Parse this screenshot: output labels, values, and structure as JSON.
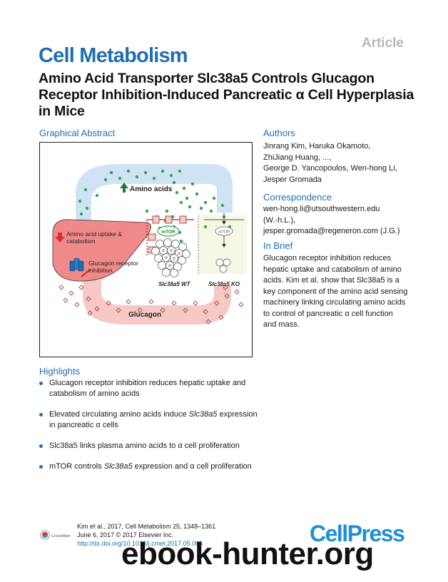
{
  "header": {
    "article_tag": "Article",
    "journal": "Cell Metabolism",
    "title": "Amino Acid Transporter Slc38a5 Controls Glucagon Receptor Inhibition-Induced Pancreatic α Cell Hyperplasia in Mice"
  },
  "graphical_abstract": {
    "heading": "Graphical Abstract",
    "labels": {
      "amino_acids": "Amino acids",
      "uptake": "Amino acid uptake &",
      "catabolism": "catabolism",
      "receptor": "Glucagon receptor",
      "inhibition": "inhibition",
      "mtor": "mTOR",
      "wt": "Slc38a5 WT",
      "ko": "Slc38a5 KO",
      "glucagon": "Glucagon",
      "alpha": "α"
    },
    "colors": {
      "liver": "#f08a8a",
      "amino_band": "#cfe3f5",
      "glucagon_band": "#f6c9c6",
      "dots": "#2faa4a",
      "ko_panel": "#f4f8e4",
      "arrow_dark": "#1f7a34",
      "red": "#d8312a"
    }
  },
  "authors": {
    "heading": "Authors",
    "lines": [
      "Jinrang Kim, Haruka Okamoto,",
      "ZhiJiang Huang, ...,",
      "George D. Yancopoulos, Wen-hong Li,",
      "Jesper Gromada"
    ]
  },
  "correspondence": {
    "heading": "Correspondence",
    "lines": [
      "wen-hong.li@utsouthwestern.edu",
      "(W.-h.L.),",
      "jesper.gromada@regeneron.com (J.G.)"
    ]
  },
  "in_brief": {
    "heading": "In Brief",
    "lines": [
      "Glucagon receptor inhibition reduces",
      "hepatic uptake and catabolism of amino",
      "acids. Kim et al. show that Slc38a5 is a",
      "key component of the amino acid sensing",
      "machinery linking circulating amino acids",
      "to control of pancreatic α cell function",
      "and mass."
    ]
  },
  "highlights": {
    "heading": "Highlights",
    "items": [
      {
        "line1": "Glucagon receptor inhibition reduces hepatic uptake and",
        "line2": "catabolism of amino acids"
      },
      {
        "line1_a": "Elevated circulating amino acids induce ",
        "line1_em": "Slc38a5",
        "line1_b": " expression",
        "line2": "in pancreatic α cells"
      },
      {
        "line1": "Slc38a5 links plasma amino acids to α cell proliferation"
      },
      {
        "line1_a": "mTOR controls ",
        "line1_em": "Slc38a5",
        "line1_b": " expression and α cell proliferation"
      }
    ]
  },
  "footer": {
    "citation": "Kim et al., 2017, Cell Metabolism 25, 1348–1361",
    "date": "June 6, 2017 © 2017 Elsevier Inc.",
    "doi": "http://dx.doi.org/10.1016/j.cmet.2017.05.006",
    "crossmark": "CrossMark",
    "publisher_logo": "CellPress",
    "watermark": "ebook-hunter.org"
  }
}
